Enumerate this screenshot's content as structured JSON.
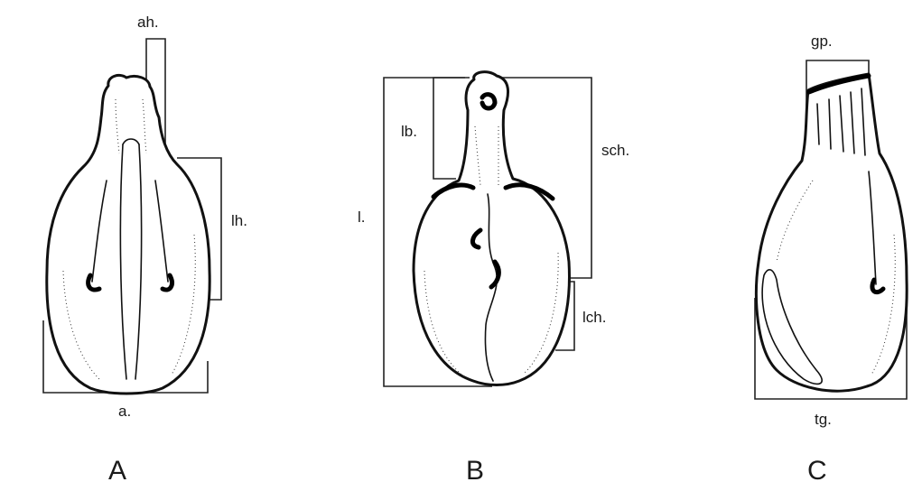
{
  "figure": {
    "panels": [
      {
        "letter": "A",
        "labels": {
          "apex": "ah.",
          "lateral": "lh.",
          "base": "a."
        }
      },
      {
        "letter": "B",
        "labels": {
          "beak": "lb.",
          "length": "l.",
          "shoulder": "sch.",
          "lower": "lch."
        }
      },
      {
        "letter": "C",
        "labels": {
          "top": "gp.",
          "bottom": "tg."
        }
      }
    ]
  }
}
